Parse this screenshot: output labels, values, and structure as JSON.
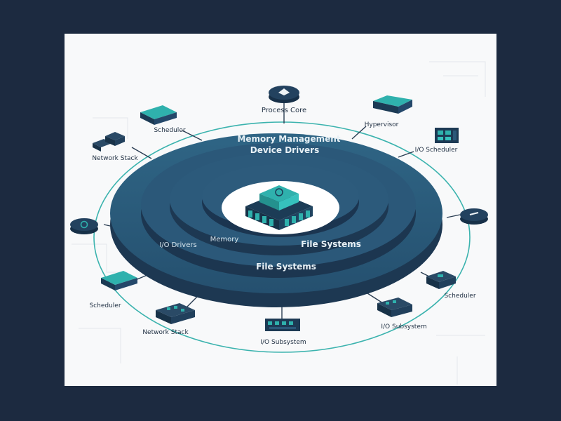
{
  "colors": {
    "frame": "#1c2a40",
    "canvas": "#f8f9fa",
    "ring_dark": "#203c58",
    "ring_mid": "#2b5879",
    "ring_light": "#356b8c",
    "accent": "#2fb1ad",
    "line": "#2a3d52"
  },
  "diagram": {
    "center": {
      "icon": "chip-icon"
    },
    "ring_labels": {
      "memory_management": "Memory Management",
      "device_drivers": "Device Drivers",
      "file_systems_outer": "File Systems",
      "file_systems_inner": "File Systems",
      "memory": "Memory",
      "io_drivers": "I/O Drivers"
    },
    "nodes": [
      {
        "id": "process-core",
        "label": "Process Core",
        "icon": "cpu-disc-icon"
      },
      {
        "id": "scheduler-top",
        "label": "Scheduler",
        "icon": "module-icon"
      },
      {
        "id": "network-stack-left",
        "label": "Network Stack",
        "icon": "blocks-icon"
      },
      {
        "id": "hypervisor",
        "label": "Hypervisor",
        "icon": "module-icon"
      },
      {
        "id": "io-scheduler",
        "label": "I/O Scheduler",
        "icon": "server-icon"
      },
      {
        "id": "right-disc",
        "label": "",
        "icon": "disc-icon"
      },
      {
        "id": "left-disc",
        "label": "",
        "icon": "refresh-icon"
      },
      {
        "id": "scheduler-bottom-left",
        "label": "Scheduler",
        "icon": "module-icon"
      },
      {
        "id": "network-stack-bottom",
        "label": "Network Stack",
        "icon": "board-icon"
      },
      {
        "id": "io-subsystem-bottom",
        "label": "I/O Subsystem",
        "icon": "board-icon"
      },
      {
        "id": "io-subsystem-right",
        "label": "I/O Subsystem",
        "icon": "board-icon"
      },
      {
        "id": "scheduler-bottom-right",
        "label": "Scheduler",
        "icon": "server-icon"
      }
    ]
  }
}
